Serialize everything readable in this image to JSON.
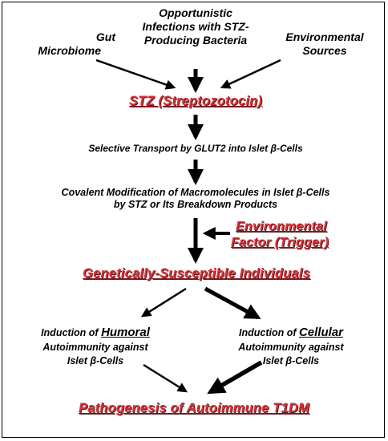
{
  "sources": {
    "gut_line1": "Gut",
    "gut_line2": "Microbiome",
    "opportunistic_line1": "Opportunistic",
    "opportunistic_line2": "Infections with STZ-",
    "opportunistic_line3": "Producing Bacteria",
    "env_line1": "Environmental",
    "env_line2": "Sources"
  },
  "stz": "STZ (Streptozotocin)",
  "transport": "Selective Transport by GLUT2 into Islet β-Cells",
  "covalent_line1": "Covalent Modification of Macromolecules in Islet β-Cells",
  "covalent_line2": "by STZ or Its Breakdown Products",
  "trigger_line1": "Environmental",
  "trigger_line2": "Factor (Trigger)",
  "susceptible": "Genetically-Susceptible Individuals",
  "humoral": {
    "prefix": "Induction of ",
    "keyword": "Humoral",
    "line2": "Autoimmunity against",
    "line3": "Islet β-Cells"
  },
  "cellular": {
    "prefix": "Induction of ",
    "keyword": "Cellular",
    "line2": "Autoimmunity against",
    "line3": "Islet β-Cells"
  },
  "pathogenesis": "Pathogenesis of Autoimmune T1DM",
  "colors": {
    "highlight": "#d6333a",
    "text": "#000000"
  }
}
